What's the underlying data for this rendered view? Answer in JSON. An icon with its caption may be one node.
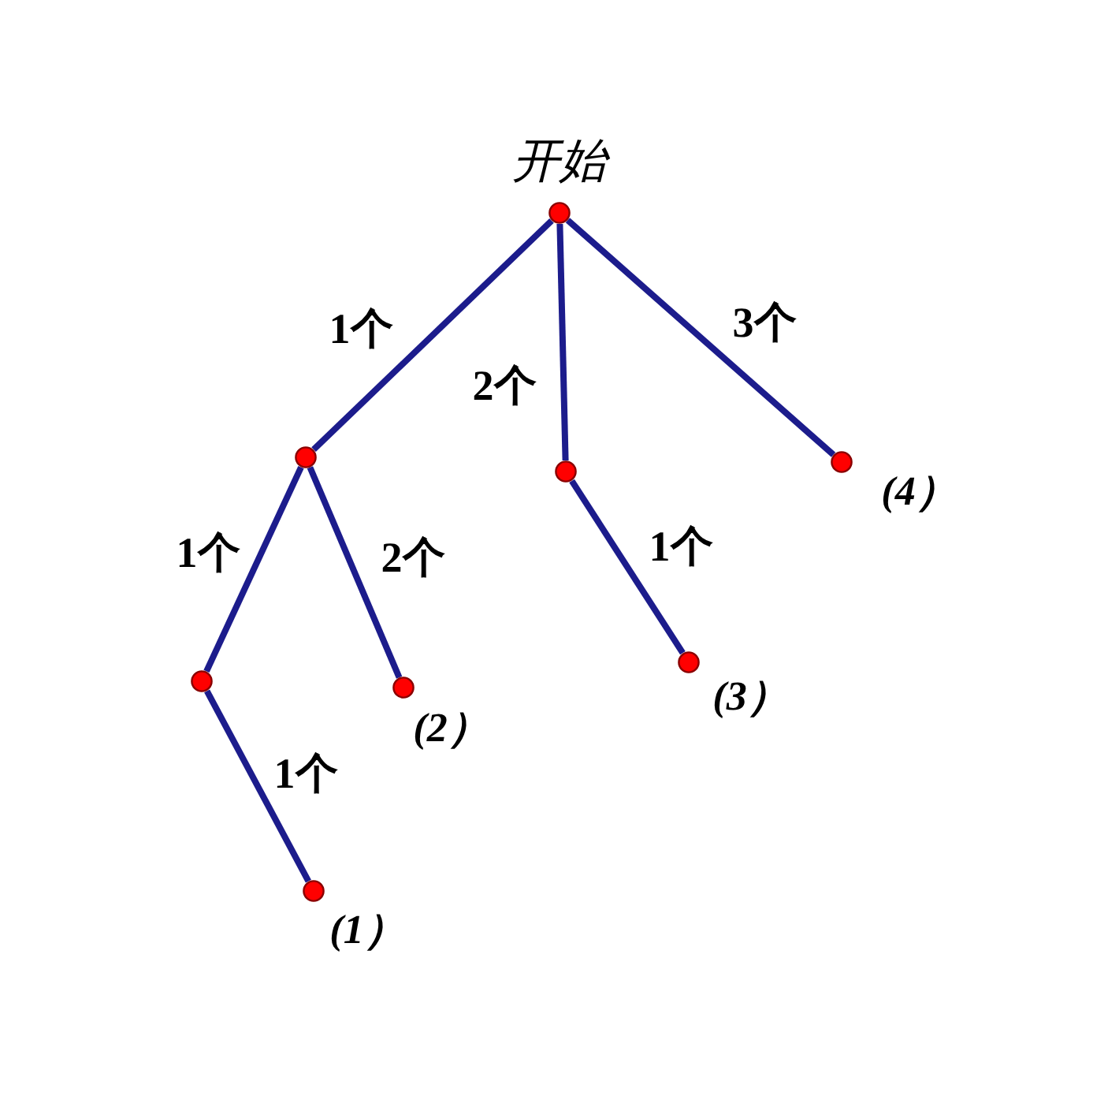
{
  "diagram": {
    "nodes": [
      {
        "text": [],
        "shape": "circle",
        "beside": [
          "开始"
        ]
      },
      {
        "text": [],
        "shape": "circle"
      },
      {
        "text": [],
        "shape": "circle"
      },
      {
        "text": [],
        "shape": "circle",
        "beside": [
          "(4）"
        ]
      },
      {
        "text": [],
        "shape": "circle"
      },
      {
        "text": [],
        "shape": "circle",
        "beside": [
          "(2）"
        ]
      },
      {
        "text": [],
        "shape": "circle",
        "beside": [
          "(3）"
        ]
      },
      {
        "text": [],
        "shape": "circle",
        "beside": [
          "(1）"
        ]
      }
    ],
    "edges": [
      {
        "from": 0,
        "to": 1,
        "arrow": "none",
        "label": "1个"
      },
      {
        "from": 0,
        "to": 2,
        "arrow": "none",
        "label": "2个"
      },
      {
        "from": 0,
        "to": 3,
        "arrow": "none",
        "label": "3个"
      },
      {
        "from": 1,
        "to": 4,
        "arrow": "none",
        "label": "1个"
      },
      {
        "from": 1,
        "to": 5,
        "arrow": "none",
        "label": "2个"
      },
      {
        "from": 2,
        "to": 6,
        "arrow": "none",
        "label": "1个"
      },
      {
        "from": 4,
        "to": 7,
        "arrow": "none",
        "label": "1个"
      }
    ]
  }
}
